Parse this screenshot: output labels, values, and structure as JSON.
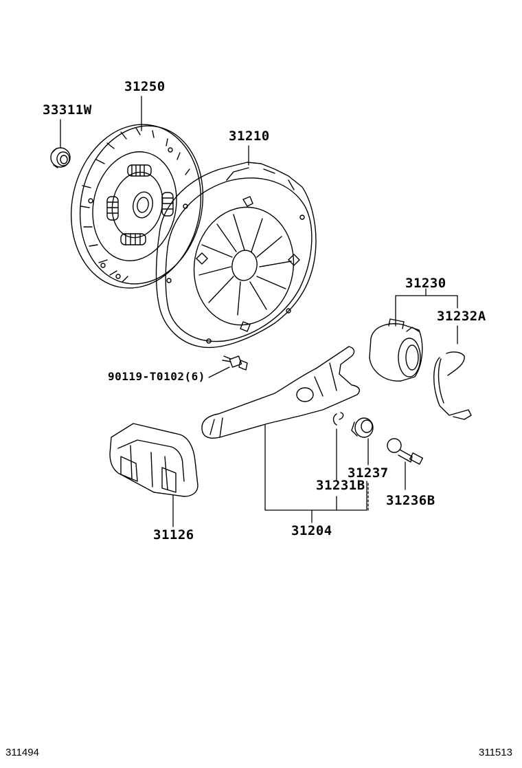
{
  "part_labels": {
    "p31250": "31250",
    "p33311W": "33311W",
    "p31210": "31210",
    "p31230": "31230",
    "p31232A": "31232A",
    "p90119": "90119-T0102(6)",
    "p31237": "31237",
    "p31231B": "31231B",
    "p31236B": "31236B",
    "p31126": "31126",
    "p31204": "31204"
  },
  "corner_labels": {
    "left": "311494",
    "right": "311513"
  }
}
